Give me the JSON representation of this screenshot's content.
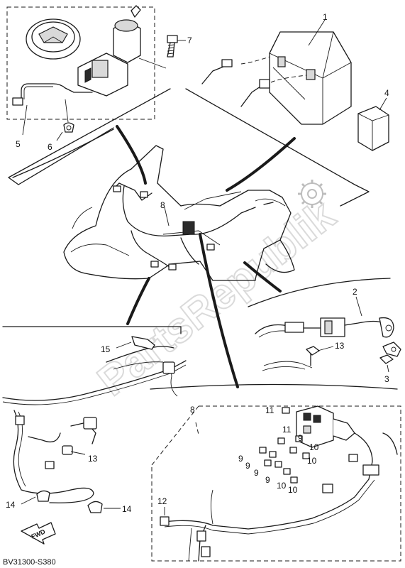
{
  "diagram": {
    "drawing_code": "BV31300-S380",
    "watermark": "PartsRepublik",
    "fwd_label": "FWD",
    "callouts": {
      "c1": "1",
      "c2": "2",
      "c3": "3",
      "c4": "4",
      "c5": "5",
      "c6": "6",
      "c7": "7",
      "c8a": "8",
      "c8b": "8",
      "c9a": "9",
      "c9b": "9",
      "c9c": "9",
      "c9d": "9",
      "c9e": "9",
      "c10a": "10",
      "c10b": "10",
      "c10c": "10",
      "c10d": "10",
      "c11a": "11",
      "c11b": "11",
      "c12": "12",
      "c13a": "13",
      "c13b": "13",
      "c14a": "14",
      "c14b": "14",
      "c15": "15"
    }
  }
}
